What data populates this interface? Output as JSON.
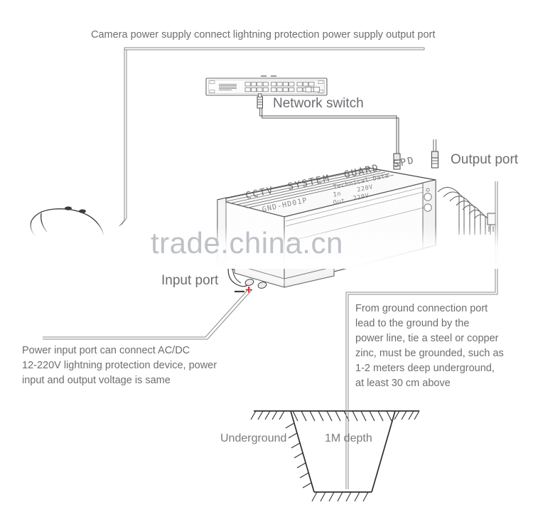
{
  "diagram": {
    "title_caption": "Camera power supply connect lightning protection power supply output port",
    "watermark": "trade.china.cn",
    "background_color": "#ffffff",
    "line_color": "#555555",
    "text_color": "#6e6e73",
    "accent_color": "#e03131"
  },
  "labels": {
    "network_switch": "Network switch",
    "output_port": "Output port",
    "input_port": "Input port",
    "underground": "Underground",
    "depth": "1M depth",
    "terminal_negative": "−",
    "terminal_positive": "+"
  },
  "device": {
    "brand_line": "CCTV  SYSTEM  GUARD  SPD",
    "model_line": "GND-HD01P",
    "spec_line_1": "Technical Data",
    "spec_line_2": "In    220V",
    "spec_line_3": "Out  220V"
  },
  "captions": {
    "power_input": [
      "Power input port can connect AC/DC",
      "12-220V lightning protection device, power",
      "input and output voltage is same"
    ],
    "ground": [
      "From ground connection port",
      "lead to the ground by the",
      "power line, tie a steel or copper",
      "zinc, must be grounded, such as",
      "1-2 meters deep underground,",
      "at least 30 cm above"
    ]
  },
  "switch": {
    "port_groups": 3,
    "ports_per_group": 8,
    "extra_ports": 2
  }
}
